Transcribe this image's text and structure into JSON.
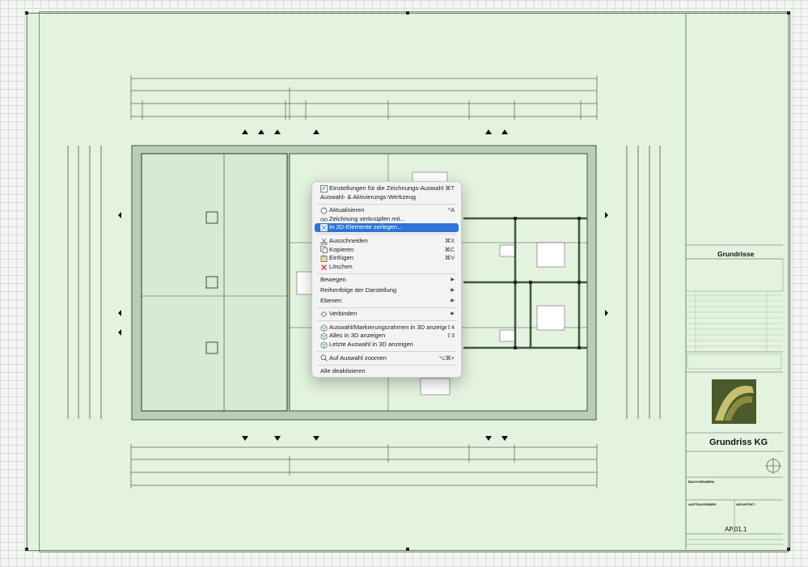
{
  "menu": {
    "items": [
      {
        "label": "Einstellungen für die Zeichnungs-Auswahl",
        "shortcut": "⌘T",
        "icon": "settings-icon"
      },
      {
        "label": "Auswahl- & Aktivierungs-Werkzeug",
        "shortcut": "",
        "icon": ""
      },
      {
        "label": "Aktualisieren",
        "shortcut": "^A",
        "icon": "refresh-icon"
      },
      {
        "label": "Zeichnung verknüpfen mit...",
        "shortcut": "",
        "icon": "link-icon"
      },
      {
        "label": "In 2D-Elemente zerlegen...",
        "shortcut": "",
        "icon": "explode-icon",
        "highlighted": true
      },
      {
        "label": "Ausschneiden",
        "shortcut": "⌘X",
        "icon": "scissors-icon"
      },
      {
        "label": "Kopieren",
        "shortcut": "⌘C",
        "icon": "copy-icon"
      },
      {
        "label": "Einfügen",
        "shortcut": "⌘V",
        "icon": "paste-icon"
      },
      {
        "label": "Löschen",
        "shortcut": "",
        "icon": "delete-icon"
      },
      {
        "label": "Bewegen",
        "submenu": true
      },
      {
        "label": "Reihenfolge der Darstellung",
        "submenu": true
      },
      {
        "label": "Ebenen",
        "submenu": true
      },
      {
        "label": "Verbinden",
        "submenu": true,
        "icon": "connect-icon"
      },
      {
        "label": "Auswahl/Markierungsrahmen in 3D anzeigen",
        "shortcut": "⇧4",
        "icon": "3d-selection-icon"
      },
      {
        "label": "Alles in 3D anzeigen",
        "shortcut": "⇧3",
        "icon": "3d-all-icon"
      },
      {
        "label": "Letzte Auswahl in 3D anzeigen",
        "shortcut": "",
        "icon": "3d-last-icon"
      },
      {
        "label": "Auf Auswahl zoomen",
        "shortcut": "⌥⌘+",
        "icon": "zoom-icon"
      },
      {
        "label": "Alle deaktivieren",
        "shortcut": ""
      }
    ]
  },
  "titleblock": {
    "section_title": "Grundrisse",
    "drawing_title": "Grundriss KG",
    "sheet_number": "AP.01.1",
    "bauvorhaben_label": "BAUVORHABEN:",
    "auftraggeber_label": "AUFTRAGGEBER:",
    "architekt_label": "ARCHITEKT:"
  },
  "colors": {
    "sheet": "#e3f3df",
    "wall": "#4f6a4f",
    "wall_fill": "#b9cfb5",
    "highlight": "#2f74d6"
  }
}
